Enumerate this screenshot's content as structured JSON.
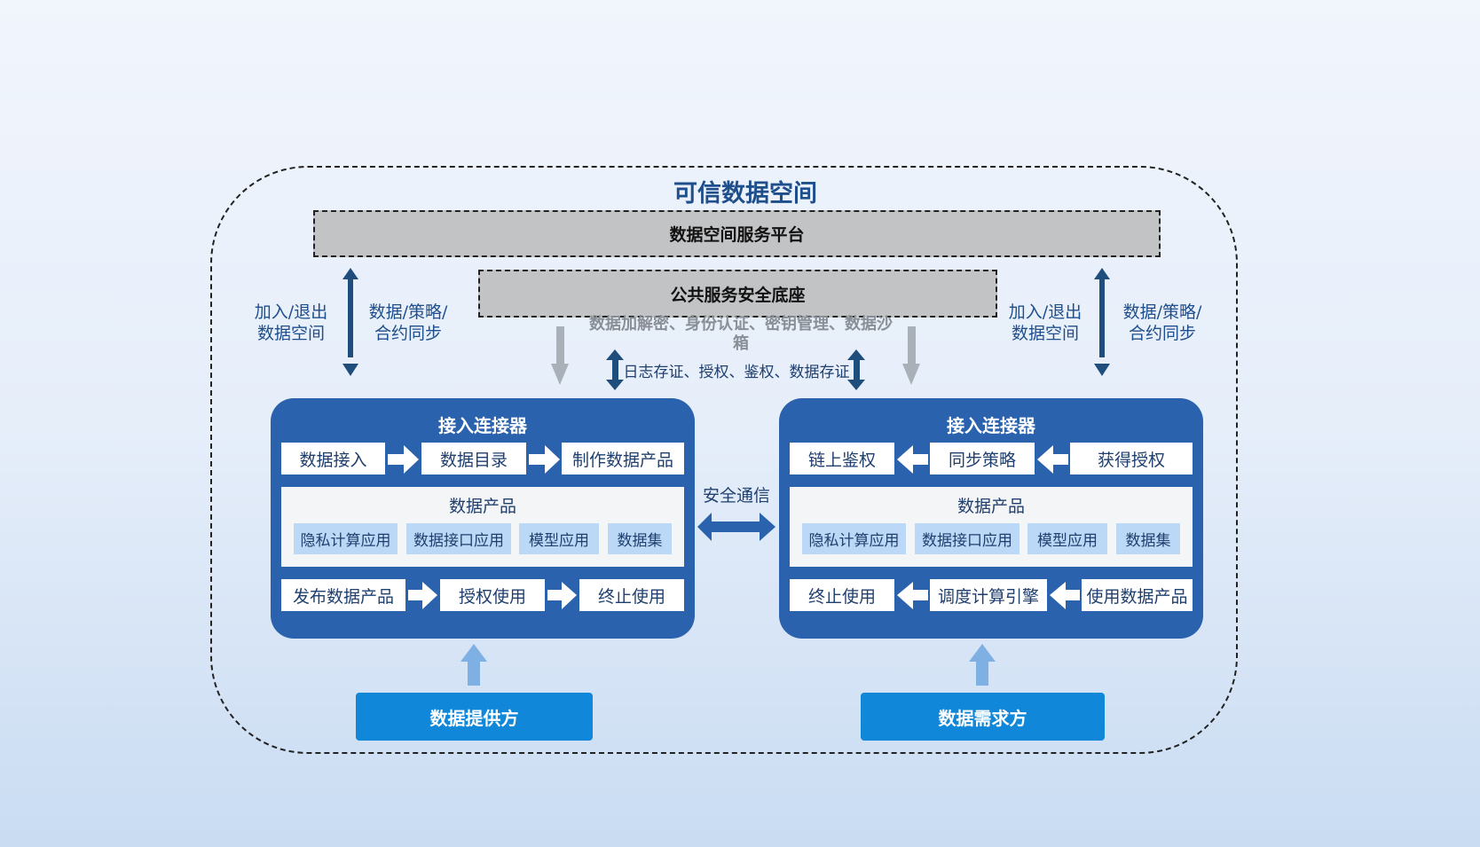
{
  "title": "可信数据空间",
  "platform_label": "数据空间服务平台",
  "base_label": "公共服务安全底座",
  "security_features_line1": "数据加解密、身份认证、密钥管理、数据沙",
  "security_features_line2": "箱",
  "log_features": "日志存证、授权、鉴权、数据存证",
  "left_side": {
    "join_exit": "加入/退出\n数据空间",
    "sync": "数据/策略/\n合约同步"
  },
  "right_side": {
    "join_exit": "加入/退出\n数据空间",
    "sync": "数据/策略/\n合约同步"
  },
  "secure_comm": "安全通信",
  "provider_connector": {
    "title": "接入连接器",
    "top_flow": [
      "数据接入",
      "数据目录",
      "制作数据产品"
    ],
    "product_title": "数据产品",
    "product_items": [
      "隐私计算应用",
      "数据接口应用",
      "模型应用",
      "数据集"
    ],
    "bottom_flow": [
      "发布数据产品",
      "授权使用",
      "终止使用"
    ]
  },
  "consumer_connector": {
    "title": "接入连接器",
    "top_flow": [
      "链上鉴权",
      "同步策略",
      "获得授权"
    ],
    "product_title": "数据产品",
    "product_items": [
      "隐私计算应用",
      "数据接口应用",
      "模型应用",
      "数据集"
    ],
    "bottom_flow": [
      "终止使用",
      "调度计算引擎",
      "使用数据产品"
    ]
  },
  "provider_label": "数据提供方",
  "consumer_label": "数据需求方",
  "colors": {
    "dark_blue": "#1f4e8c",
    "connector_blue": "#2b62ad",
    "party_blue": "#1087d9",
    "light_blue": "#bcd8f7",
    "gray": "#c2c3c5",
    "arrow_dark": "#1f4e7c",
    "arrow_gray": "#a9b0b8",
    "arrow_light": "#7fb0e3"
  }
}
